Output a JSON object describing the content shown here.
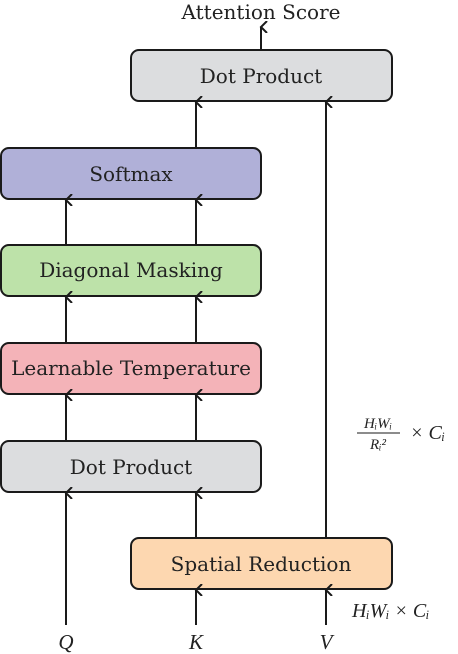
{
  "boxes": {
    "dot_product_top": {
      "label": "Dot Product",
      "fill": "#dcdddf"
    },
    "softmax": {
      "label": "Softmax",
      "fill": "#b0b0d8"
    },
    "diagonal_masking": {
      "label": "Diagonal Masking",
      "fill": "#bde2a9"
    },
    "learnable_temperature": {
      "label": "Learnable Temperature",
      "fill": "#f4b3b8"
    },
    "dot_product_bottom": {
      "label": "Dot Product",
      "fill": "#dcdddf"
    },
    "spatial_reduction": {
      "label": "Spatial Reduction",
      "fill": "#fdd7b0"
    }
  },
  "output_label": "Attention Score",
  "inputs": {
    "q": "Q",
    "k": "K",
    "v": "V"
  },
  "annotations": {
    "reduced_size": {
      "numerator": "HᵢWᵢ",
      "denominator": "Rᵢ²",
      "suffix": "× Cᵢ"
    },
    "input_size": "HᵢWᵢ × Cᵢ"
  }
}
